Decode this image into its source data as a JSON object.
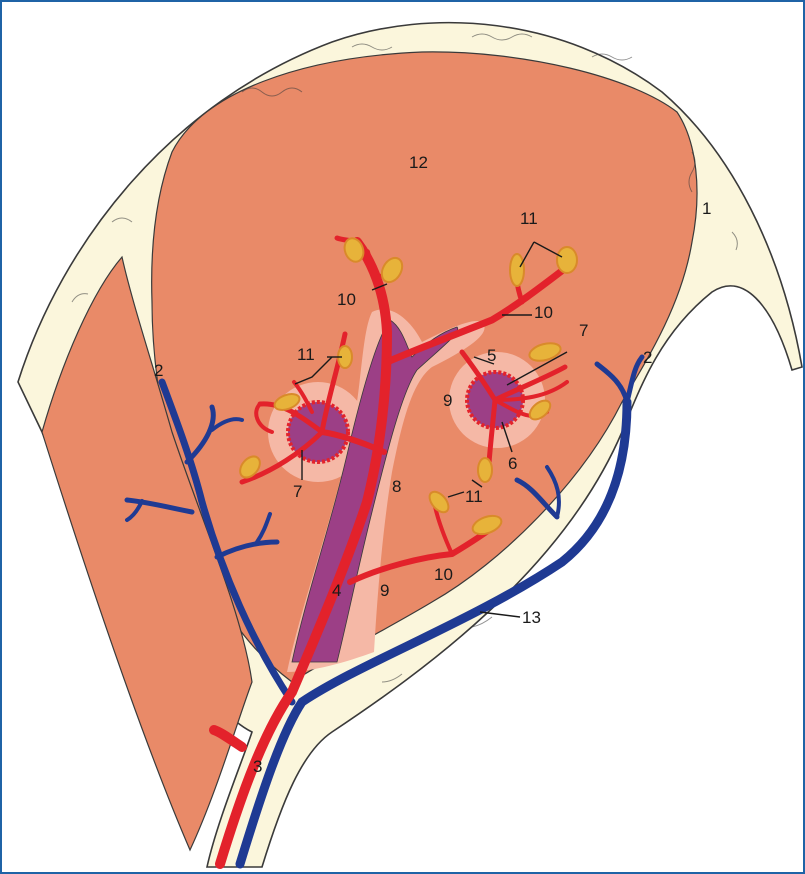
{
  "labels": {
    "l1": "1",
    "l2": "2",
    "l3": "3",
    "l4": "4",
    "l5": "5",
    "l6": "6",
    "l7": "7",
    "l8": "8",
    "l9": "9",
    "l10": "10",
    "l11": "11",
    "l12": "12",
    "l13": "13"
  },
  "colors": {
    "border": "#1f63a6",
    "capsule": "#fbf6dc",
    "capsule_line": "#3a3a3a",
    "parenchyma": "#e98a68",
    "halo": "#f5b8a6",
    "vein_purple": "#9c3f86",
    "artery": "#e3222b",
    "vein_blue": "#1f3a93",
    "node": "#d98a2a",
    "node_fill": "#e7b33a"
  }
}
